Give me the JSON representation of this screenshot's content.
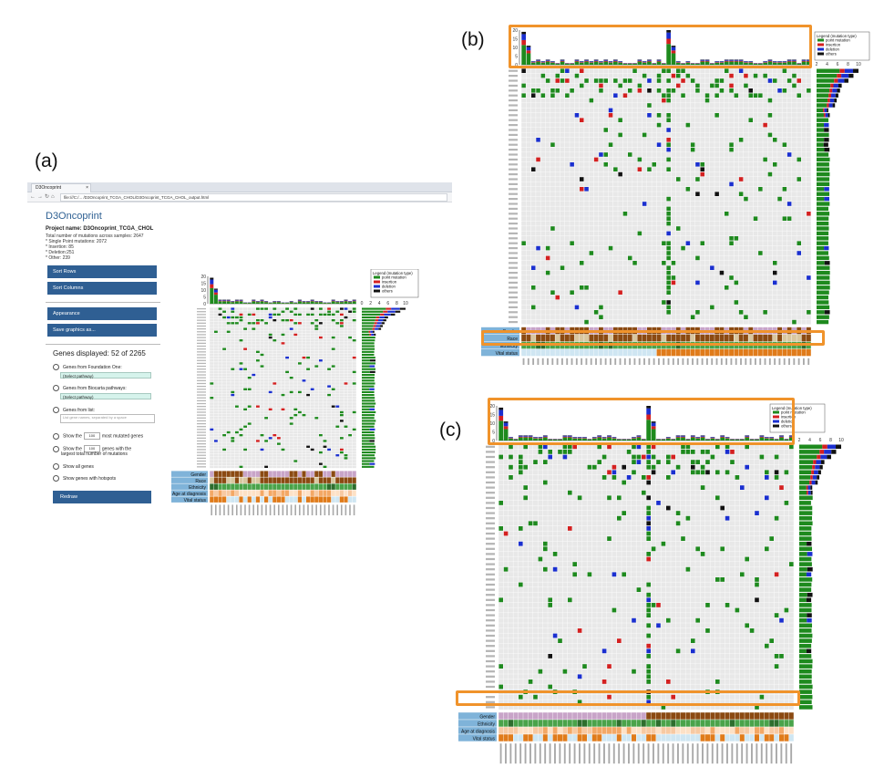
{
  "panels": {
    "a": "(a)",
    "b": "(b)",
    "c": "(c)"
  },
  "browser": {
    "tab_title": "D3Oncoprint",
    "tab_close": "×",
    "url": "file:///C:/... /D3Oncoprint_TCGA_CHOL/D3Oncoprint_TCGA_CHOL_output.html"
  },
  "app": {
    "title": "D3Oncoprint",
    "project": "Project name: D3Oncoprint_TCGA_CHOL",
    "stats": [
      "Total number of mutations across samples: 2647",
      "* Single Point mutations: 2072",
      "* Insertion: 85",
      "* Deletion:251",
      "* Other: 239"
    ],
    "buttons": {
      "sort_rows": "Sort Rows",
      "sort_columns": "Sort Columns",
      "appearance": "Appearance",
      "save_graphics": "Save graphics as..."
    },
    "genes_displayed": "Genes displayed: 52 of 2265",
    "options": {
      "foundation": "Genes from Foundation One:",
      "biocarta": "Genes from Biocarta pathways:",
      "select_pathway": "(Select pathway)",
      "list": "Genes from list:",
      "list_placeholder": "List gene names, separated by a space",
      "show_the": "Show the",
      "most_mutated": "most mutated genes",
      "top_n": "100",
      "show_the2": "Show the",
      "largest_total_1": "genes with the",
      "largest_total_2": "largest total number of mutations",
      "all_genes": "Show all genes",
      "hotspots": "Show genes with hotspots"
    },
    "redraw": "Redraw"
  },
  "legend": {
    "title": "Legend (mutation type)",
    "items": [
      {
        "label": "point mutation",
        "color": "#1e8a1e"
      },
      {
        "label": "insertion",
        "color": "#d42020"
      },
      {
        "label": "deletion",
        "color": "#1a2fd0"
      },
      {
        "label": "others",
        "color": "#111111"
      }
    ]
  },
  "tracks": {
    "a": [
      "Gender",
      "Race",
      "Ethnicity",
      "Age at diagnosis",
      "Vital status"
    ],
    "b": [
      "Gender",
      "Race",
      "Ethnicity",
      "Vital status"
    ],
    "c": [
      "Gender",
      "Ethnicity",
      "Age at diagnosis",
      "Vital status"
    ]
  },
  "chart_data": [
    {
      "panel": "a",
      "type": "bar",
      "y_ticks": [
        "20",
        "15",
        "10",
        "5",
        "0"
      ],
      "side_ticks": [
        "0",
        "2",
        "4",
        "6",
        "8",
        "10"
      ]
    },
    {
      "panel": "b",
      "type": "bar",
      "y_ticks": [
        "20",
        "15",
        "10",
        "5",
        "0"
      ],
      "side_ticks": [
        "2",
        "4",
        "6",
        "8",
        "10"
      ]
    },
    {
      "panel": "c",
      "type": "bar",
      "y_ticks": [
        "20",
        "15",
        "10",
        "5",
        "0"
      ],
      "side_ticks": [
        "2",
        "4",
        "6",
        "8",
        "10"
      ]
    }
  ],
  "colors": {
    "accent": "#2f5f93",
    "highlight": "#f0932b",
    "grid": "#dcdcdc",
    "gender_f": "#c8a4c8",
    "gender_m": "#8b4a12",
    "ethnicity": "#4aa34a",
    "vital": "#e07b1a",
    "track_label": "#7fb3d9"
  }
}
